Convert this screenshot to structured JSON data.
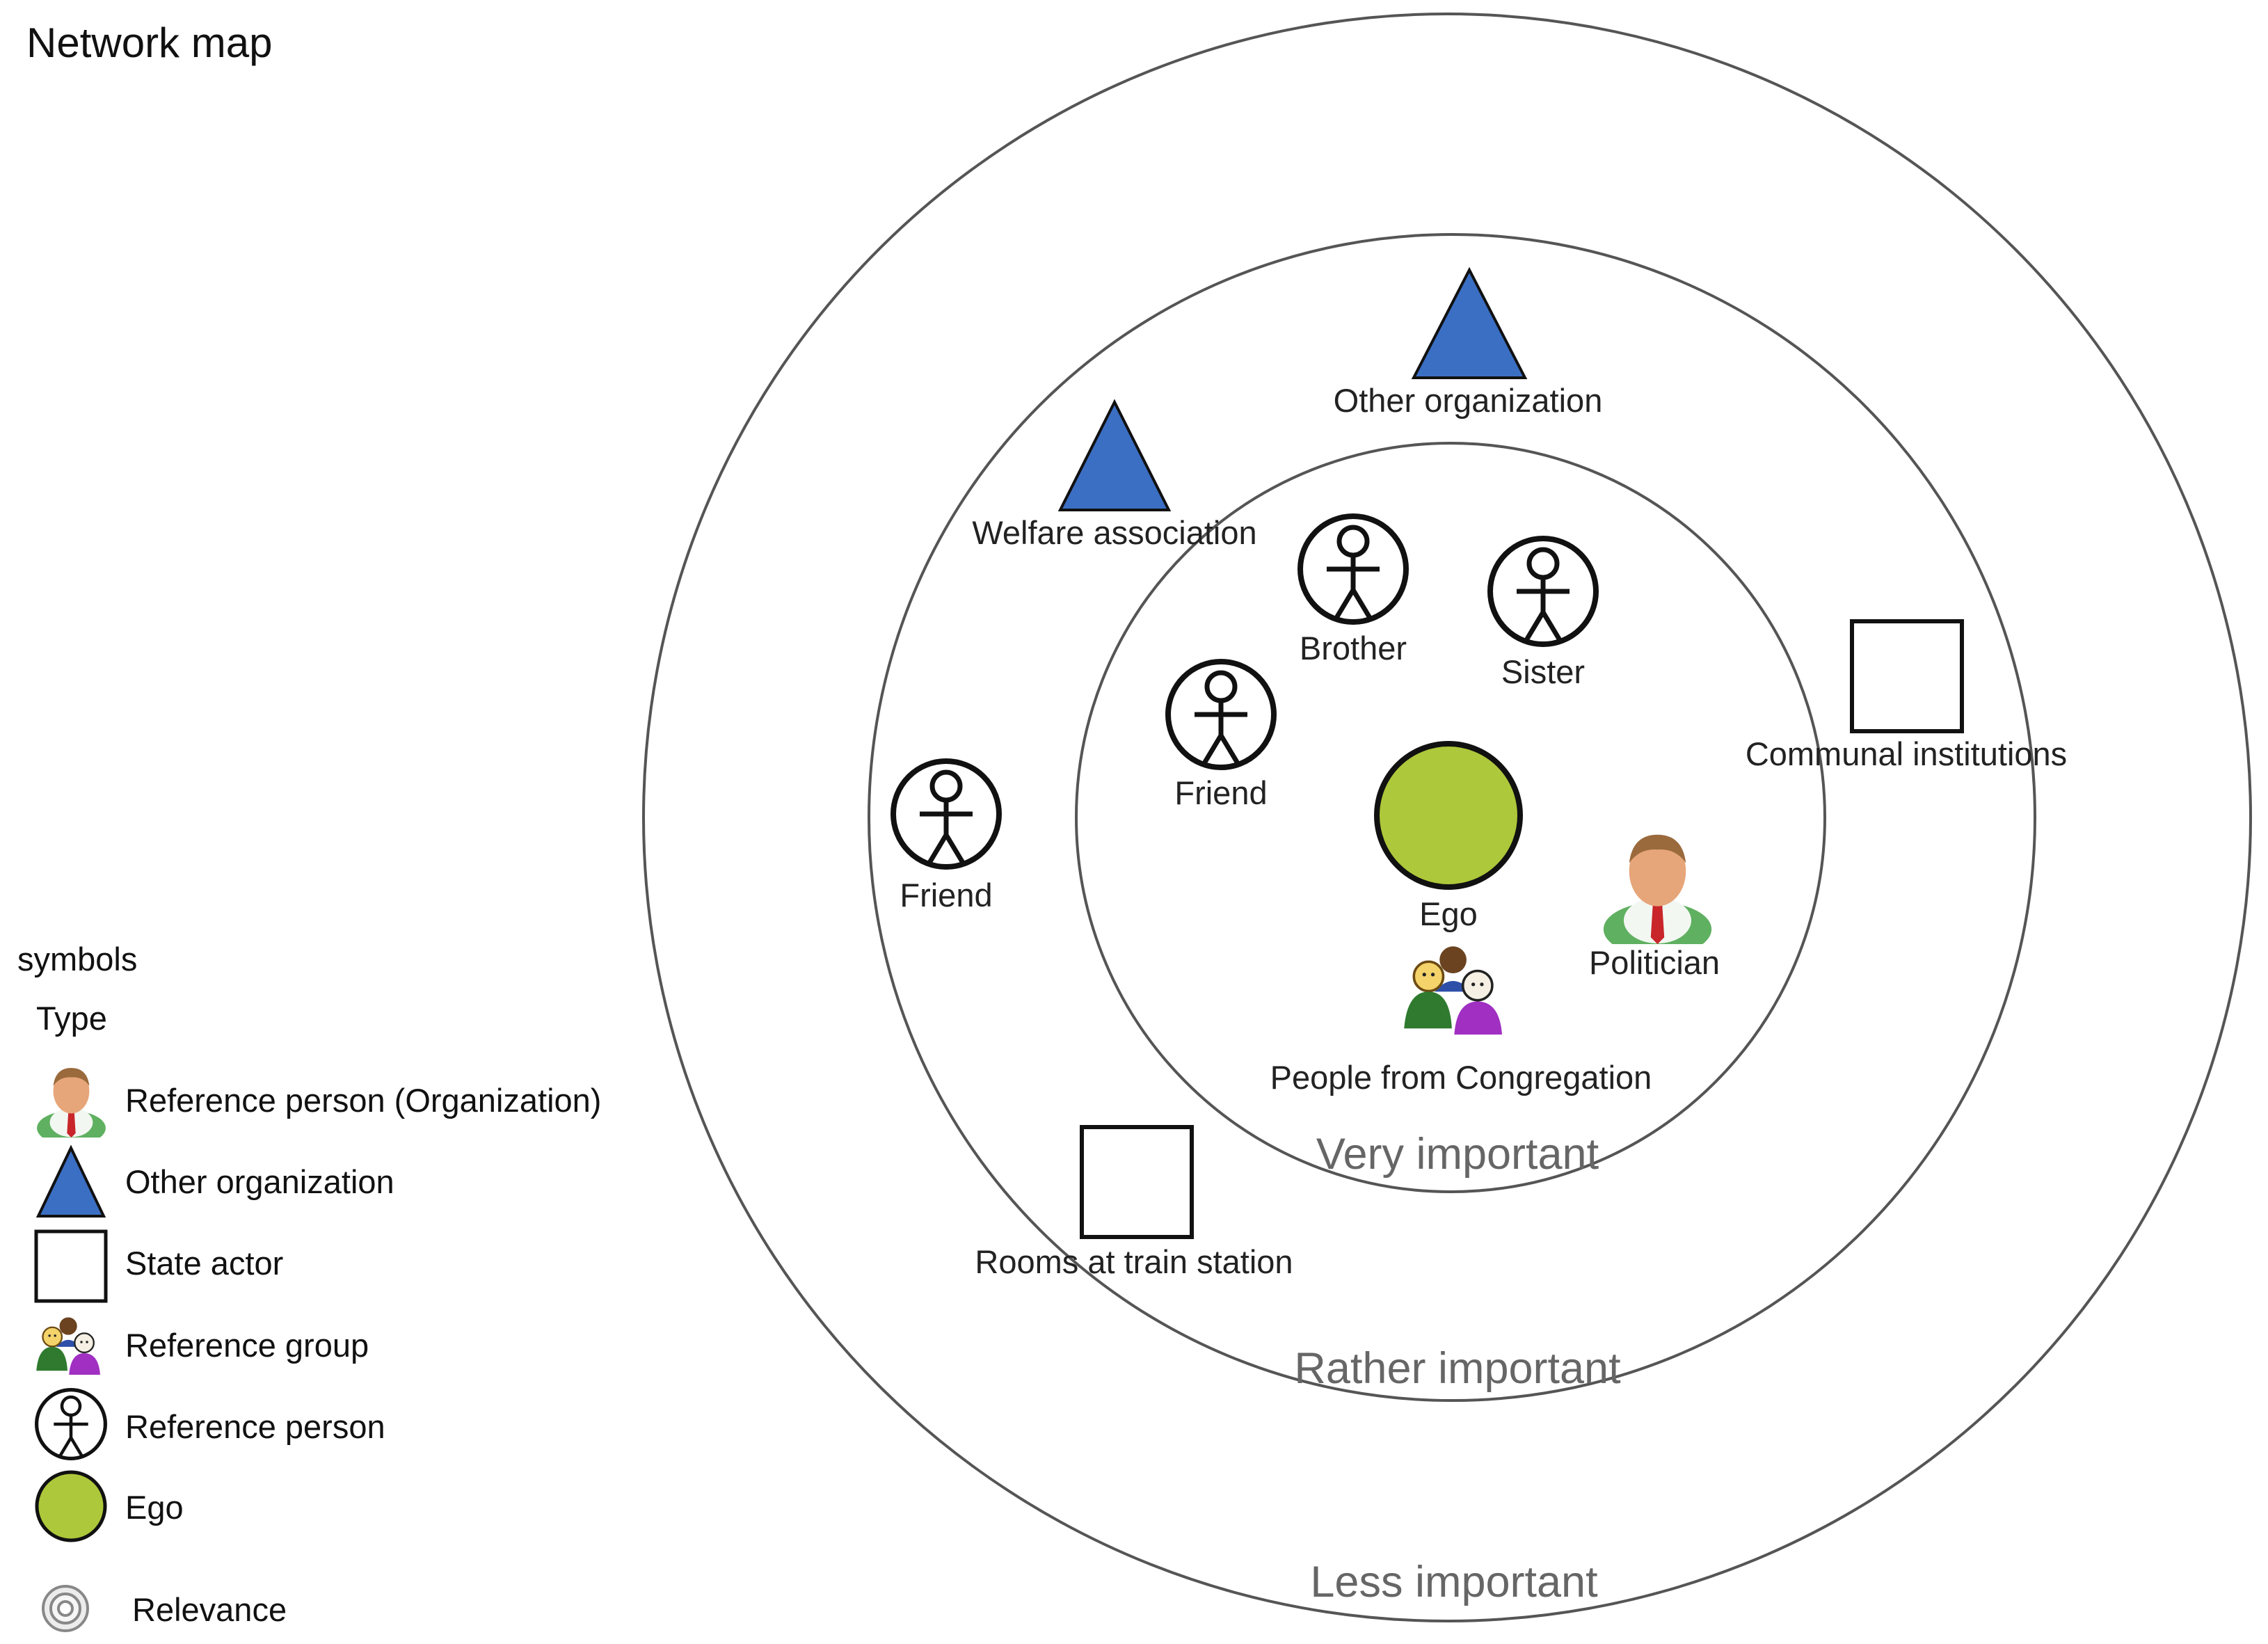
{
  "title": "Network map",
  "legend": {
    "heading": "symbols",
    "type_heading": "Type",
    "items": [
      {
        "label": "Reference person (Organization)",
        "icon": "politician-icon"
      },
      {
        "label": "Other organization",
        "icon": "triangle-icon"
      },
      {
        "label": "State actor",
        "icon": "square-icon"
      },
      {
        "label": "Reference group",
        "icon": "group-icon"
      },
      {
        "label": "Reference person",
        "icon": "stick-figure-icon"
      },
      {
        "label": "Ego",
        "icon": "ego-circle-icon"
      },
      {
        "label": "Relevance",
        "icon": "relevance-rings-icon"
      }
    ]
  },
  "rings": [
    {
      "label": "Very important"
    },
    {
      "label": "Rather important"
    },
    {
      "label": "Less important"
    }
  ],
  "nodes": {
    "ego": "Ego",
    "other_organization": "Other organization",
    "welfare_association": "Welfare association",
    "brother": "Brother",
    "sister": "Sister",
    "friend_inner": "Friend",
    "friend_middle": "Friend",
    "communal_institutions": "Communal institutions",
    "politician": "Politician",
    "people_from_congregation": "People from Congregation",
    "rooms_at_train_station": "Rooms at train station"
  },
  "colors": {
    "ego_fill": "#adc83a",
    "triangle_fill": "#3b6fc4",
    "ring_stroke": "#555555",
    "ring_label": "#666666"
  }
}
